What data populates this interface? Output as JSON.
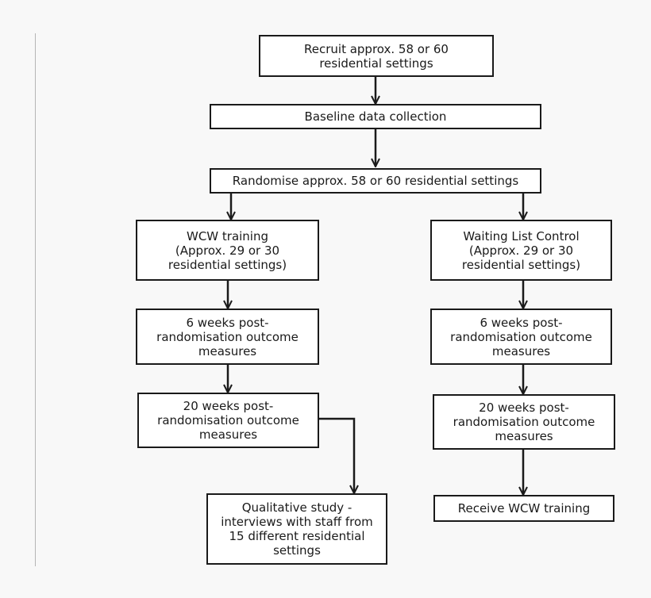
{
  "boxes": {
    "recruit": [
      "Recruit approx. 58 or 60",
      "residential settings"
    ],
    "baseline": [
      "Baseline data collection"
    ],
    "randomise": [
      "Randomise approx. 58 or 60 residential settings"
    ],
    "wcw_training": [
      "WCW training",
      "(Approx. 29 or 30",
      "residential settings)"
    ],
    "waiting_list": [
      "Waiting List Control",
      "(Approx. 29 or 30",
      "residential settings)"
    ],
    "wcw_6weeks": [
      "6 weeks post-",
      "randomisation outcome",
      "measures"
    ],
    "wlc_6weeks": [
      "6 weeks post-",
      "randomisation outcome",
      "measures"
    ],
    "wcw_20weeks": [
      "20 weeks post-",
      "randomisation outcome",
      "measures"
    ],
    "wlc_20weeks": [
      "20 weeks post-",
      "randomisation outcome",
      "measures"
    ],
    "qualitative": [
      "Qualitative study -",
      "interviews with staff from",
      "15 different residential",
      "settings"
    ],
    "receive_wcw": [
      "Receive WCW training"
    ]
  }
}
